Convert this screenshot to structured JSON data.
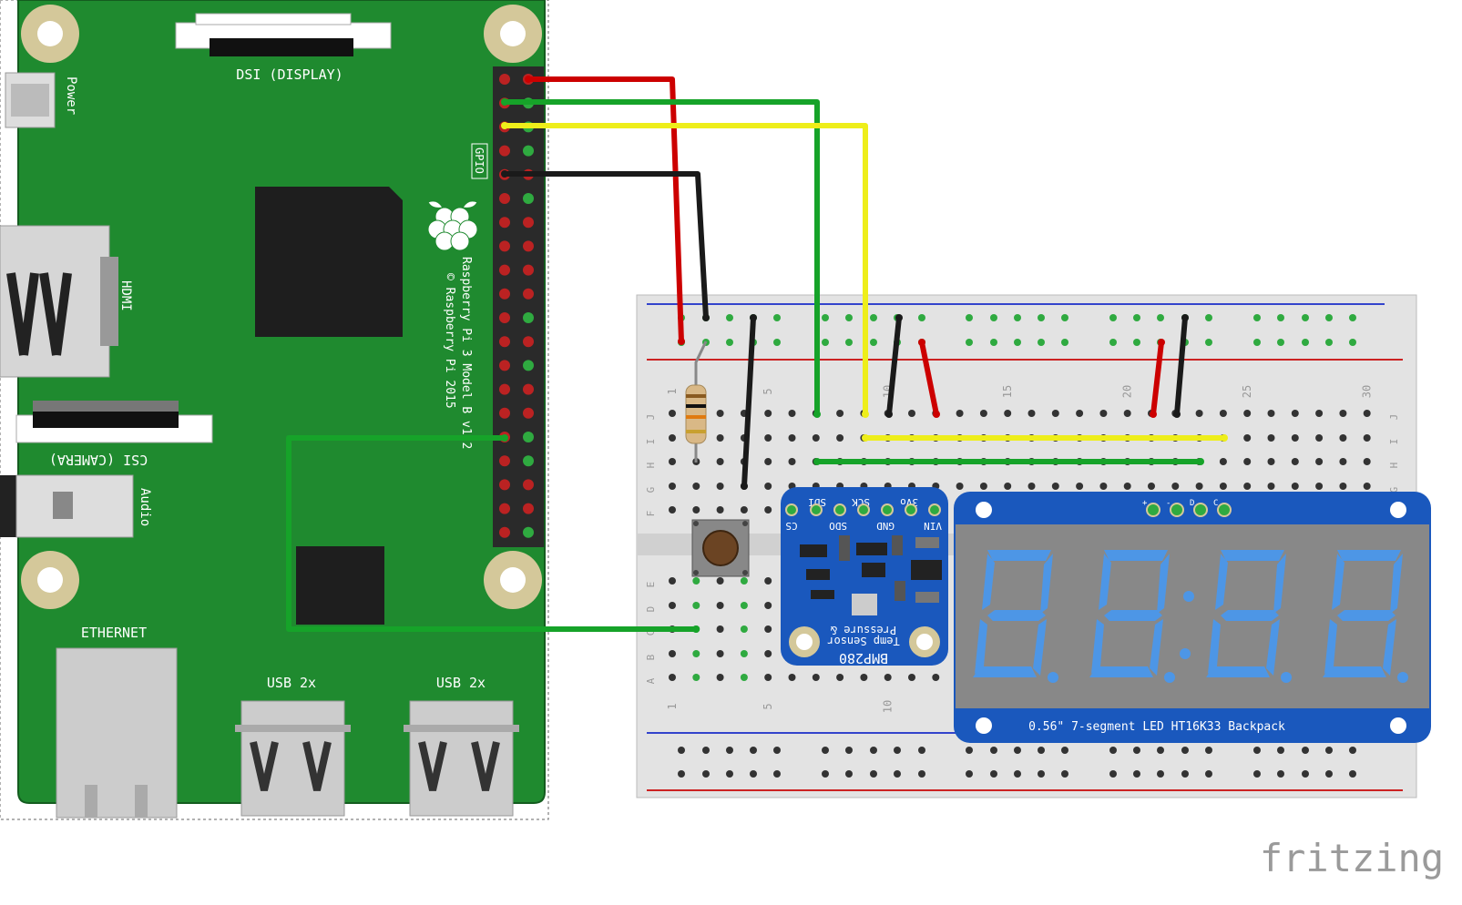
{
  "rpi": {
    "model": "Raspberry Pi 3 Model B v1.2",
    "copyright": "© Raspberry Pi 2015",
    "labels": {
      "dsi": "DSI (DISPLAY)",
      "csi": "CSI (CAMERA)",
      "power": "Power",
      "hdmi": "HDMI",
      "audio": "Audio",
      "gpio": "GPIO",
      "ethernet": "ETHERNET",
      "usb1": "USB 2x",
      "usb2": "USB 2x"
    }
  },
  "breadboard": {
    "row_letters_top": [
      "J",
      "I",
      "H",
      "G",
      "F"
    ],
    "row_letters_bottom": [
      "E",
      "D",
      "C",
      "B",
      "A"
    ],
    "column_numbers_top": [
      "1",
      "5",
      "10",
      "15",
      "20",
      "25",
      "30"
    ],
    "column_numbers_bottom": [
      "1",
      "5",
      "10"
    ]
  },
  "bmp280": {
    "name": "BMP280",
    "desc1": "Temp Sensor",
    "desc2": "Pressure &",
    "pins_top": [
      "SDI",
      "SCK",
      "3Vo"
    ],
    "pins_bottom": [
      "CS",
      "SDO",
      "GND",
      "VIN"
    ]
  },
  "display": {
    "caption": "0.56\" 7-segment LED HT16K33 Backpack",
    "pins": [
      "+",
      "-",
      "D",
      "C"
    ],
    "digit_value": "8.8.:8.8.",
    "segment_color": "#4d96e6"
  },
  "wires": {
    "colors": {
      "power": "#cc0000",
      "sda": "#16a329",
      "scl": "#eeee1a",
      "ground": "#1a1a1a"
    }
  },
  "logo": "fritzing"
}
